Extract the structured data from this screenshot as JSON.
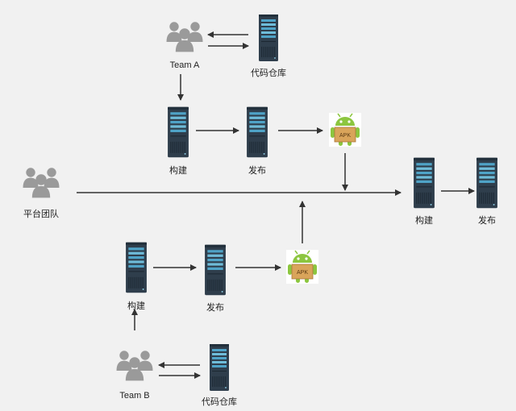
{
  "labels": {
    "team_a": "Team A",
    "repo_a": "代码仓库",
    "build_a": "构建",
    "publish_a": "发布",
    "platform": "平台团队",
    "build_main": "构建",
    "publish_main": "发布",
    "build_b": "构建",
    "publish_b": "发布",
    "team_b": "Team B",
    "repo_b": "代码仓库"
  },
  "apk_text": "APK",
  "colors": {
    "background": "#f1f1f1",
    "server_body": "#2f3e4c",
    "server_accent": "#4fa3c7",
    "people": "#9a9a9a",
    "arrow": "#333333",
    "android_green": "#8cc63f",
    "box": "#d9a45a"
  }
}
